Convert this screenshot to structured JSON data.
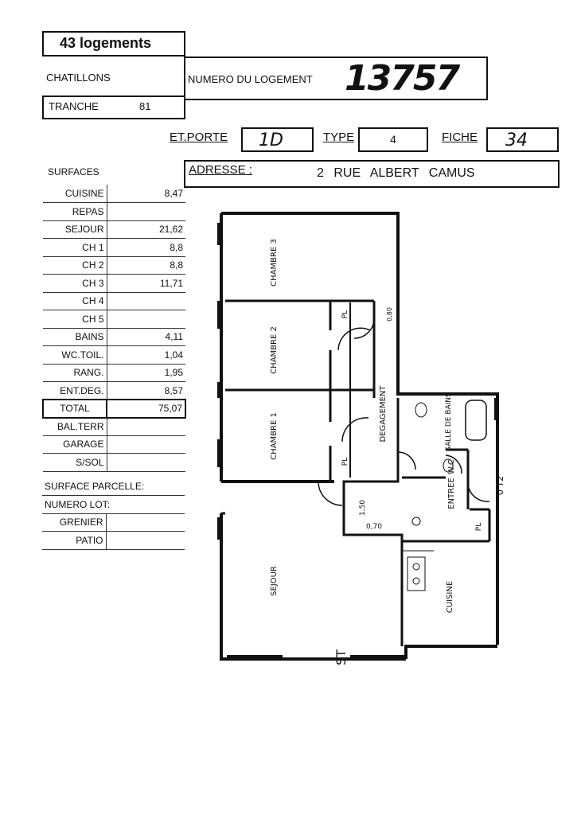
{
  "header": {
    "logements": "43 logements",
    "site": "CHATILLONS",
    "numero_label": "NUMERO DU LOGEMENT",
    "numero_value": "13757",
    "tranche_label": "TRANCHE",
    "tranche_value": "81"
  },
  "info": {
    "etporte_label": "ET.PORTE",
    "etporte_value": "1D",
    "type_label": "TYPE",
    "type_value": "4",
    "fiche_label": "FICHE",
    "fiche_value": "34",
    "adresse_label": "ADRESSE :",
    "adresse_value": "2 RUE ALBERT CAMUS"
  },
  "surfaces": {
    "title": "SURFACES",
    "rows": [
      {
        "label": "CUISINE",
        "value": "8,47"
      },
      {
        "label": "REPAS",
        "value": ""
      },
      {
        "label": "SEJOUR",
        "value": "21,62"
      },
      {
        "label": "CH 1",
        "value": "8,8"
      },
      {
        "label": "CH 2",
        "value": "8,8"
      },
      {
        "label": "CH 3",
        "value": "11,71"
      },
      {
        "label": "CH 4",
        "value": ""
      },
      {
        "label": "CH 5",
        "value": ""
      },
      {
        "label": "BAINS",
        "value": "4,11"
      },
      {
        "label": "WC.TOIL.",
        "value": "1,04"
      },
      {
        "label": "RANG.",
        "value": "1,95"
      },
      {
        "label": "ENT.DEG.",
        "value": "8,57"
      },
      {
        "label": "TOTAL",
        "value": "75,07"
      },
      {
        "label": "BAL.TERR",
        "value": ""
      },
      {
        "label": "GARAGE",
        "value": ""
      },
      {
        "label": "S/SOL",
        "value": ""
      }
    ],
    "parcelle_label": "SURFACE PARCELLE:",
    "lot_label": "NUMERO LOT:",
    "extra_rows": [
      {
        "label": "GRENIER",
        "value": ""
      },
      {
        "label": "PATIO",
        "value": ""
      }
    ]
  },
  "plan": {
    "chambre3": "CHAMBRE 3",
    "chambre2": "CHAMBRE 2",
    "chambre1": "CHAMBRE 1",
    "degagement": "DEGAGEMENT",
    "salle_de_bains": "SALLE DE BAINS",
    "wc": "W.C.",
    "entree": "ENTREE",
    "cuisine": "CUISINE",
    "sejour": "SEJOUR",
    "pl": "PL",
    "pl2": "PL",
    "pl3": "PL",
    "st": "ST",
    "dim_150": "1,50",
    "dim_070": "0,70",
    "dim_080": "0,80",
    "ot": "0 T2"
  }
}
